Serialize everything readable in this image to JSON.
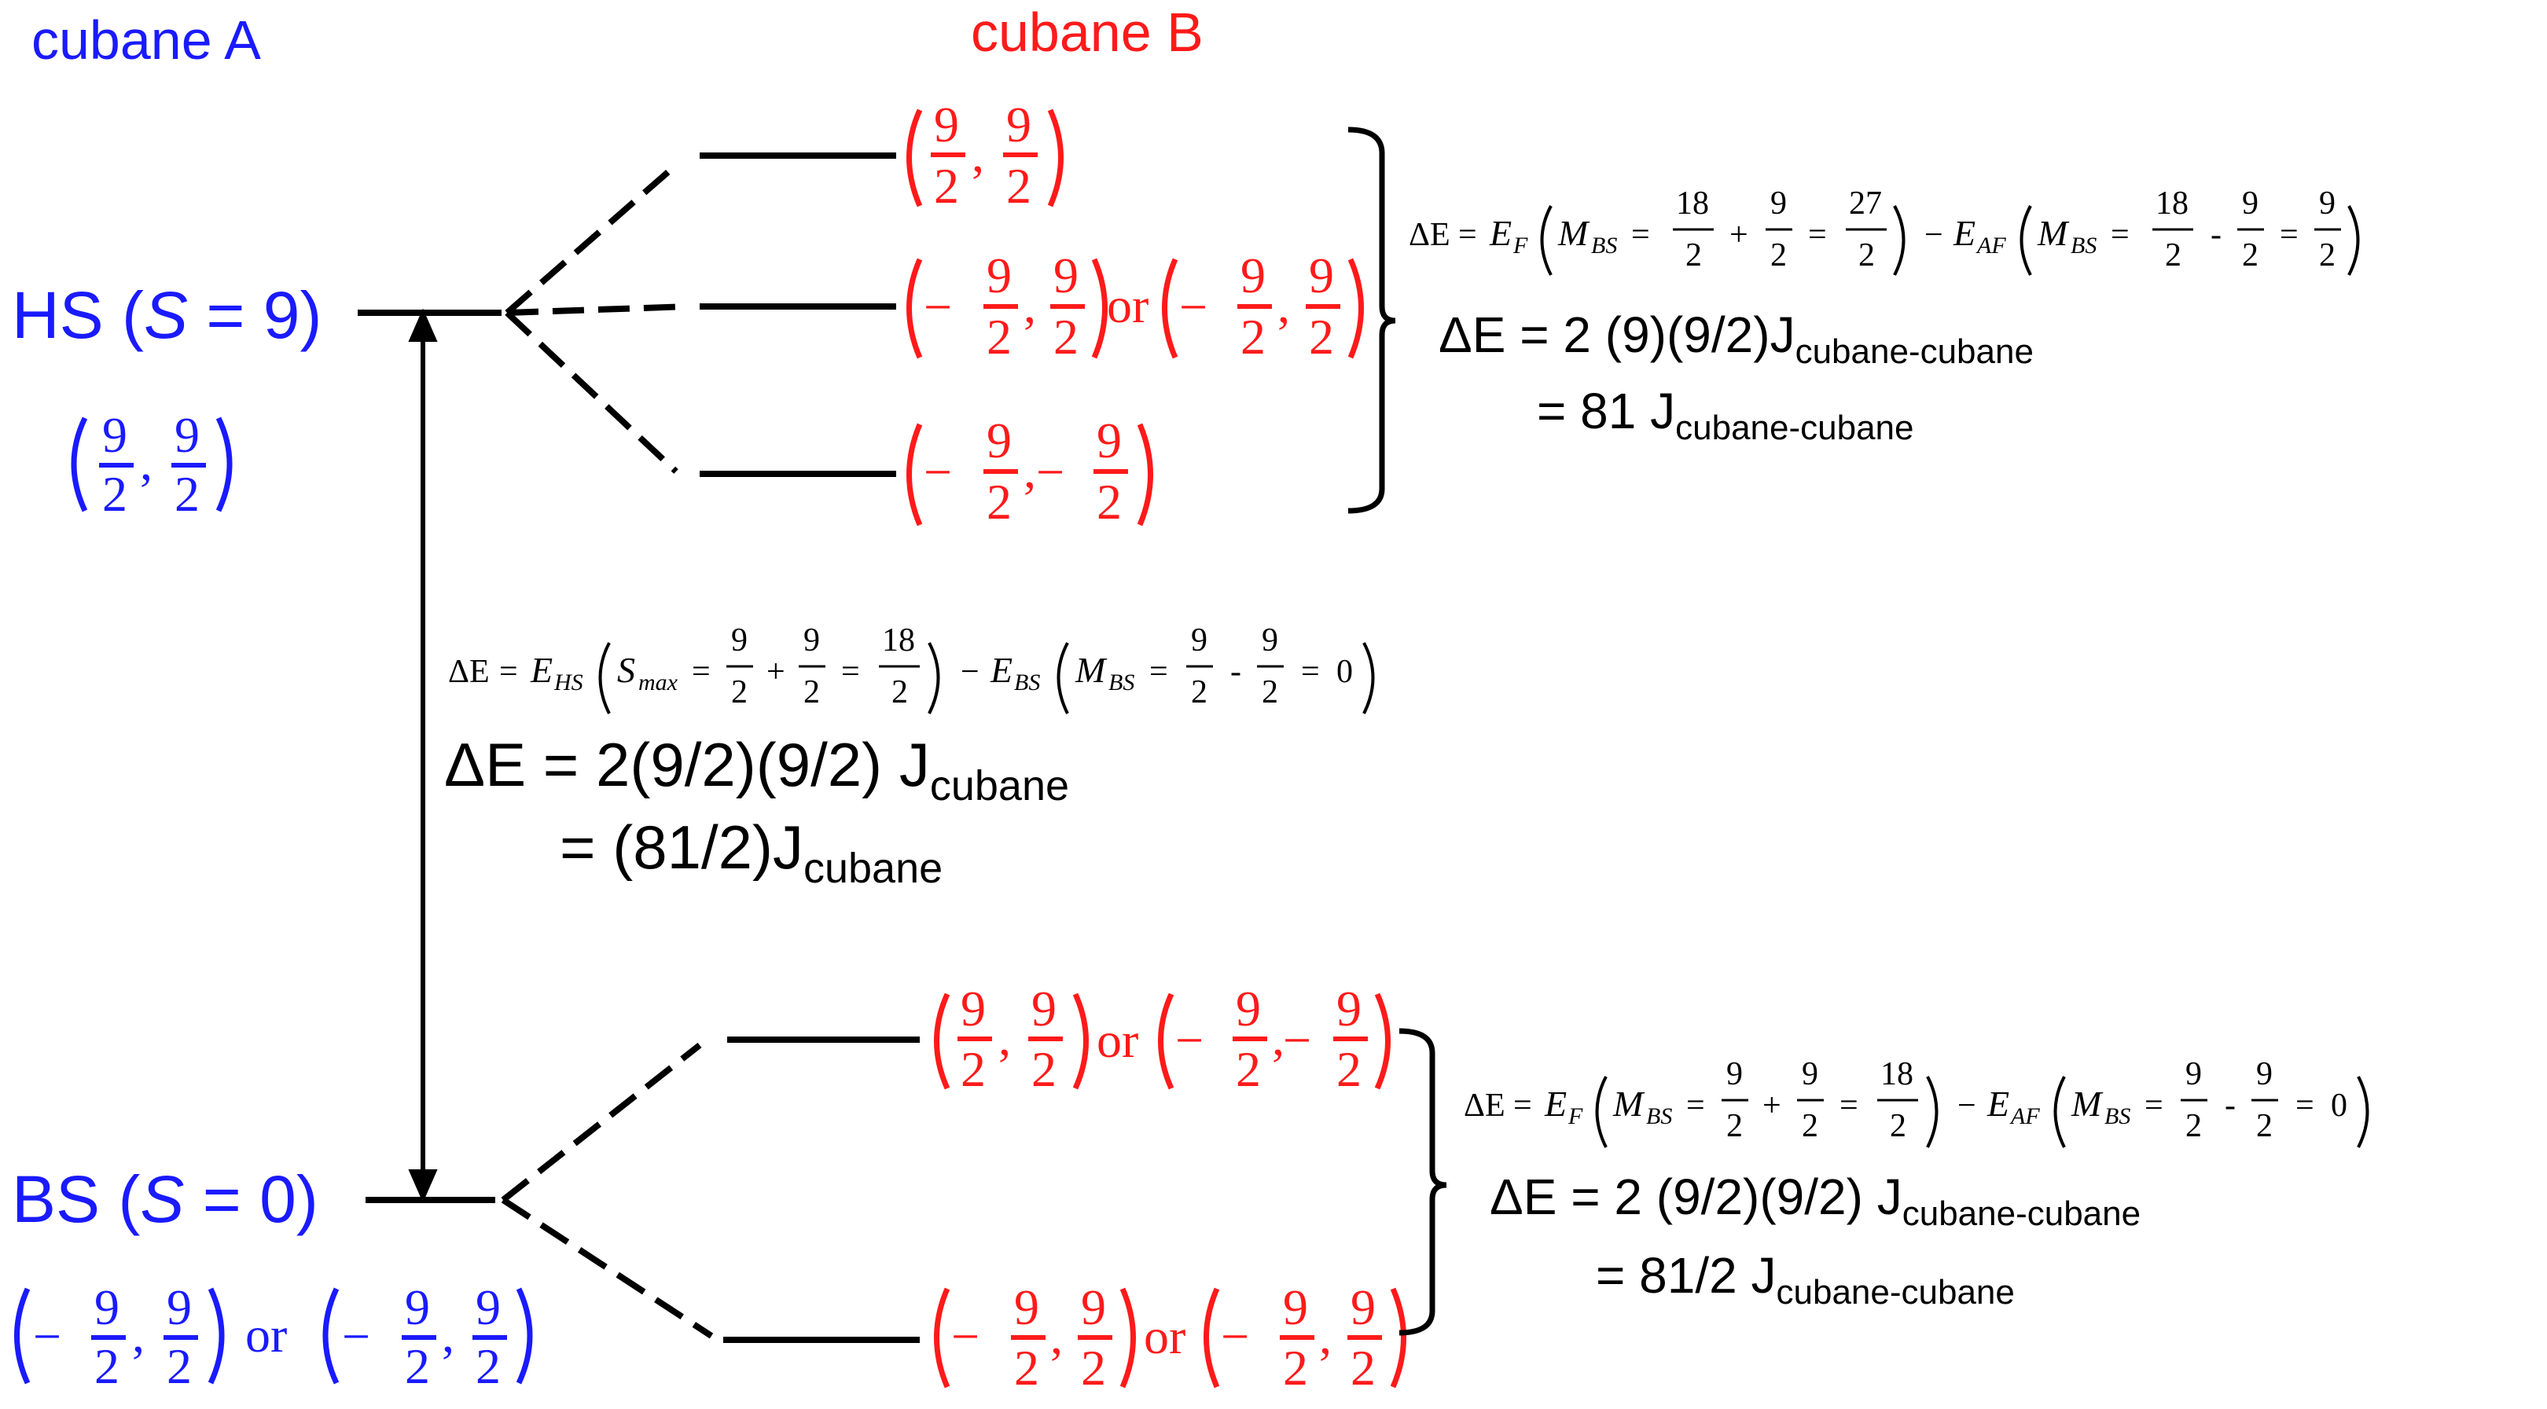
{
  "labels": {
    "cubane_a": "cubane A",
    "cubane_b": "cubane B",
    "hs_prefix": "HS (",
    "hs_s": "S",
    "hs_suffix": " = 9)",
    "bs_prefix": "BS (",
    "bs_s": "S",
    "bs_suffix": " = 0)",
    "or": "or"
  },
  "fractions": {
    "nine": "9",
    "two": "2",
    "eighteen": "18",
    "twenty_seven": "27",
    "minus": "−",
    "comma": ","
  },
  "equations": {
    "delta": "ΔE",
    "eq_sign": "=",
    "plus": "+",
    "minus_sign": "-",
    "zero": "0",
    "E": "E",
    "sub_F": "F",
    "sub_AF": "AF",
    "sub_HS": "HS",
    "sub_BS": "BS",
    "M": "M",
    "S": "S",
    "sub_max": "max",
    "top_result_1": "ΔE = 2 (9)(9/2)J",
    "top_result_1_sub": "cubane-cubane",
    "top_result_2": "= 81 J",
    "top_result_2_sub": "cubane-cubane",
    "mid_result_1": "ΔE = 2(9/2)(9/2)  J",
    "mid_result_1_sub": "cubane",
    "mid_result_2": "= (81/2)J",
    "mid_result_2_sub": "cubane",
    "bot_result_1": "ΔE = 2 (9/2)(9/2) J",
    "bot_result_1_sub": "cubane-cubane",
    "bot_result_2": "= 81/2 J",
    "bot_result_2_sub": "cubane-cubane"
  },
  "colors": {
    "cubane_a": "#1a1aff",
    "cubane_b": "#ff1a1a",
    "lines": "#000000"
  }
}
